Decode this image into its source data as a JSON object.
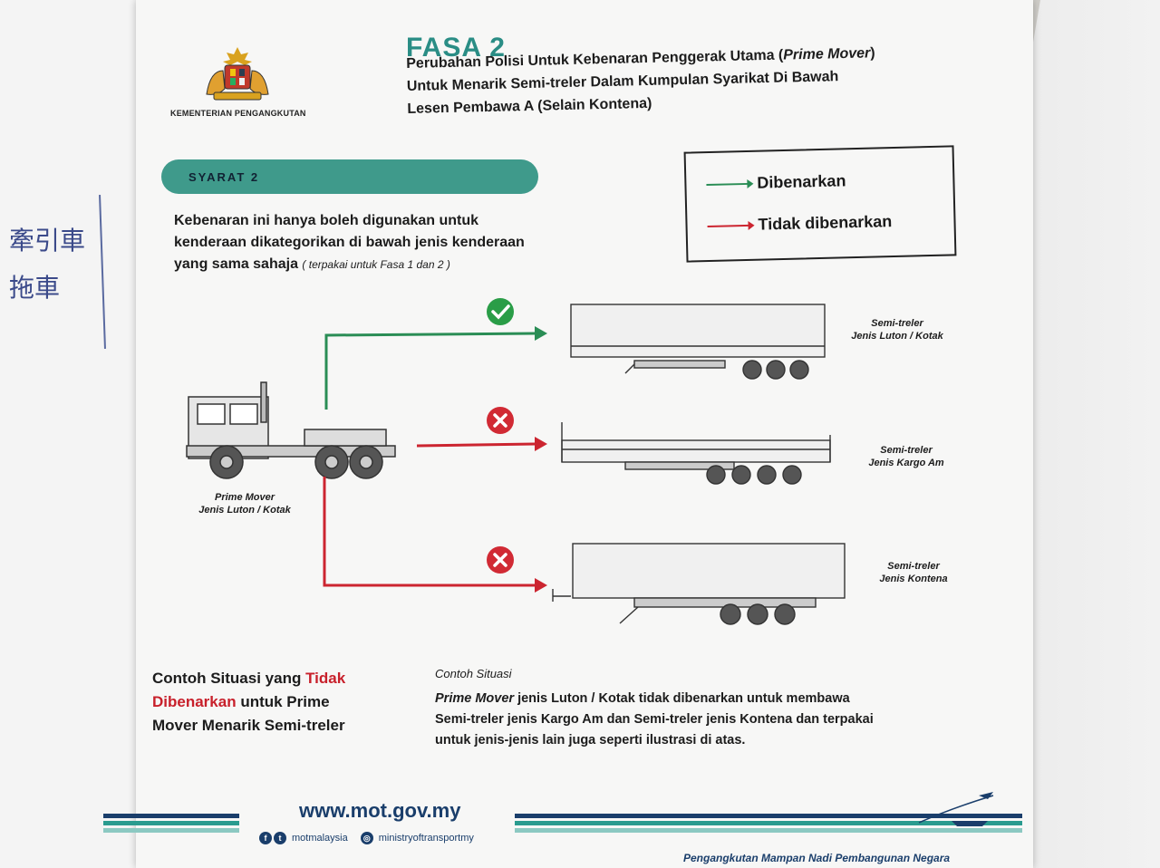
{
  "handwriting": {
    "line1": "牽引車",
    "line2": "拖車"
  },
  "header": {
    "ministry": "KEMENTERIAN PENGANGKUTAN",
    "phase": "FASA 2",
    "title_line1_pre": "Perubahan Polisi Untuk Kebenaran Penggerak Utama (",
    "title_line1_italic": "Prime Mover",
    "title_line1_post": ")",
    "title_line2": "Untuk Menarik Semi-treler Dalam Kumpulan Syarikat Di Bawah",
    "title_line3": "Lesen Pembawa A (Selain Kontena)"
  },
  "condition": {
    "label": "SYARAT 2"
  },
  "legend": {
    "allowed": "Dibenarkan",
    "not_allowed": "Tidak dibenarkan"
  },
  "rule": {
    "line1": "Kebenaran ini hanya boleh digunakan untuk",
    "line2": "kenderaan dikategorikan di bawah jenis kenderaan",
    "line3": "yang sama sahaja",
    "note": "( terpakai untuk Fasa 1 dan 2 )"
  },
  "diagram": {
    "prime_mover": {
      "line1": "Prime Mover",
      "line2": "Jenis Luton / Kotak"
    },
    "trailers": [
      {
        "line1": "Semi-treler",
        "line2": "Jenis Luton / Kotak",
        "status": "allowed"
      },
      {
        "line1": "Semi-treler",
        "line2": "Jenis Kargo Am",
        "status": "not_allowed"
      },
      {
        "line1": "Semi-treler",
        "line2": "Jenis Kontena",
        "status": "not_allowed"
      }
    ]
  },
  "example": {
    "heading_pre": "Contoh Situasi yang ",
    "heading_red1": "Tidak",
    "heading_red2": "Dibenarkan",
    "heading_post1": " untuk Prime",
    "heading_post2": "Mover Menarik Semi-treler",
    "title": "Contoh Situasi",
    "text_italic": "Prime Mover",
    "text_line1": " jenis Luton / Kotak tidak dibenarkan untuk membawa",
    "text_line2": "Semi-treler jenis Kargo Am dan Semi-treler jenis Kontena dan terpakai",
    "text_line3": "untuk jenis-jenis lain juga seperti ilustrasi di atas."
  },
  "footer": {
    "website": "www.mot.gov.my",
    "social1": "motmalaysia",
    "social2": "ministryoftransportmy",
    "slogan": "Pengangkutan Mampan Nadi Pembangunan Negara"
  },
  "colors": {
    "teal": "#2a8d85",
    "allowed": "#2a8d55",
    "not_allowed": "#cc2530",
    "navy": "#1a3e6b"
  }
}
